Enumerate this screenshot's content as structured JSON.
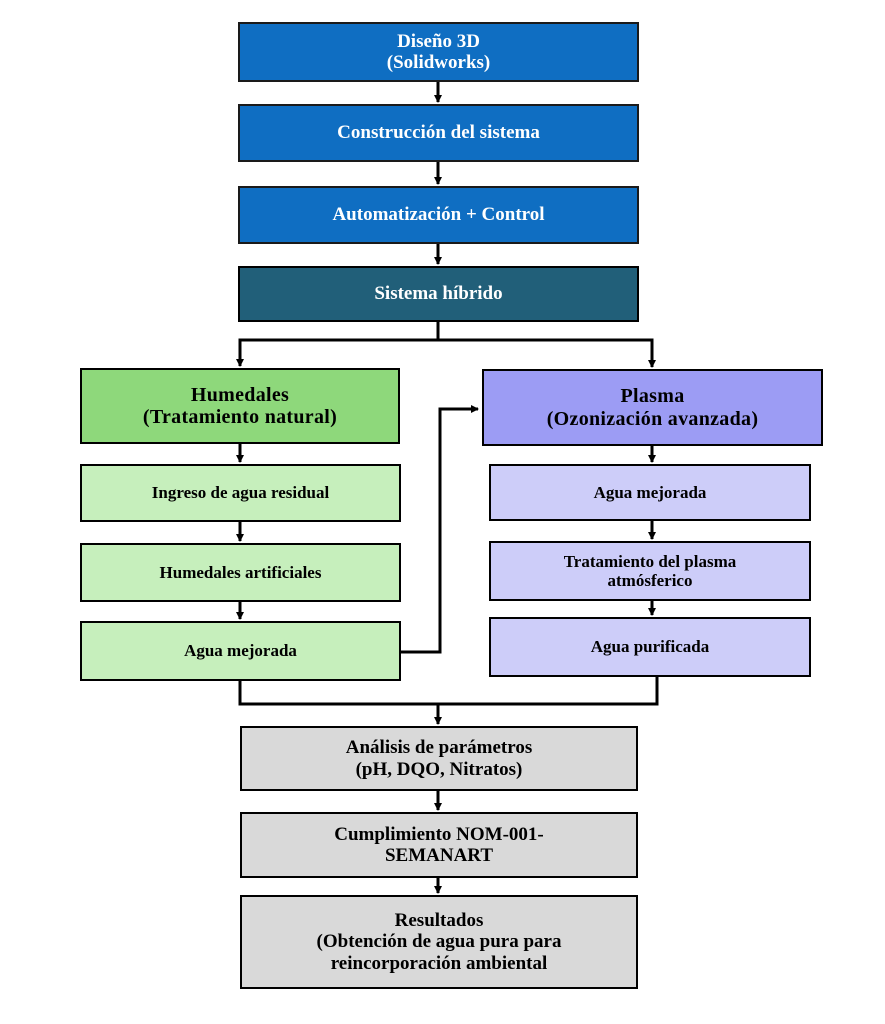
{
  "colors": {
    "blue": "#0f6ec2",
    "dark_teal": "#215f79",
    "green_header": "#8ed87b",
    "green_step": "#c6efbc",
    "purple_header": "#9c9cf4",
    "purple_step": "#cdcdf9",
    "gray": "#d9d9d9",
    "line": "#000000"
  },
  "flow": {
    "design": {
      "line1": "Diseño 3D",
      "line2": "(Solidworks)"
    },
    "construction": {
      "line1": "Construcción del sistema"
    },
    "automation": {
      "line1": "Automatización + Control"
    },
    "hybrid": {
      "line1": "Sistema híbrido"
    }
  },
  "wetlands": {
    "header": {
      "line1": "Humedales",
      "line2": "(Tratamiento natural)"
    },
    "steps": [
      {
        "line1": "Ingreso de agua residual"
      },
      {
        "line1": "Humedales artificiales"
      },
      {
        "line1": "Agua mejorada"
      }
    ]
  },
  "plasma": {
    "header": {
      "line1": "Plasma",
      "line2": "(Ozonización avanzada)"
    },
    "steps": [
      {
        "line1": "Agua mejorada"
      },
      {
        "line1": "Tratamiento del plasma",
        "line2": "atmósferico"
      },
      {
        "line1": "Agua purificada"
      }
    ]
  },
  "results": {
    "analysis": {
      "line1": "Análisis de parámetros",
      "line2": "(pH, DQO, Nitratos)"
    },
    "compliance": {
      "line1": "Cumplimiento NOM-001-",
      "line2": "SEMANART"
    },
    "final": {
      "line1": "Resultados",
      "line2": "(Obtención de agua pura para",
      "line3": "reincorporación ambiental"
    }
  }
}
